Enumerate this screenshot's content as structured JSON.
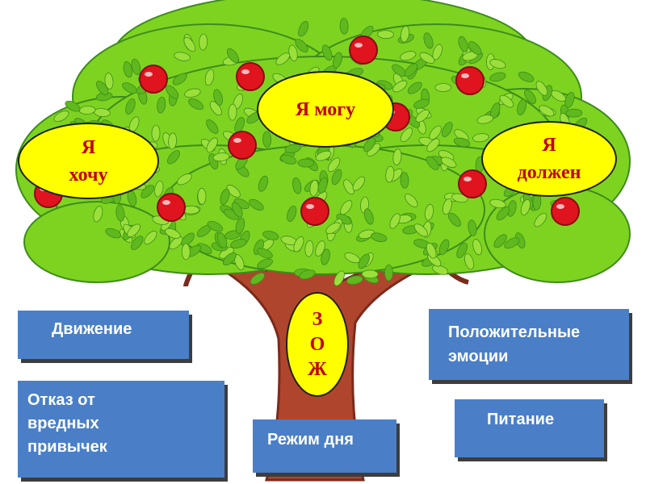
{
  "colors": {
    "leaf": "#7ed321",
    "leaf_dark": "#3d8c1a",
    "trunk": "#b0452d",
    "trunk_dark": "#7a2a1c",
    "apple": "#e0141e",
    "oval_fill": "#ffff00",
    "oval_text": "#c00000",
    "box_fill": "#4a7fc8",
    "box_text": "#ffffff"
  },
  "tree": {
    "ovals": {
      "want": "Я\nхочу",
      "can": "Я могу",
      "must": "Я\nдолжен",
      "zozh": "З\nО\nЖ"
    },
    "boxes": {
      "movement": "Движение",
      "positive_emotions": "Положительные\n эмоции",
      "quit_habits": "Отказ  от\nвредных\nпривычек",
      "daily_routine": "Режим дня",
      "nutrition": "Питание"
    }
  }
}
